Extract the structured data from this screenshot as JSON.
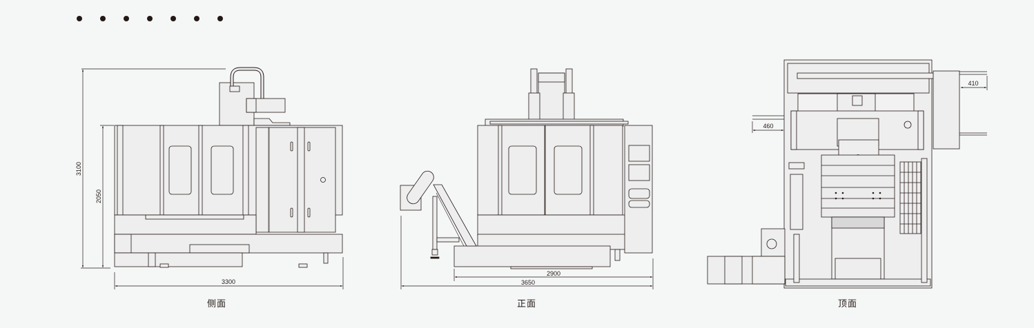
{
  "header": {
    "dot_count": 7,
    "dot_color": "#231815"
  },
  "views": [
    {
      "id": "side",
      "caption": "侧面",
      "dimensions": {
        "total_height": "3100",
        "cabinet_height": "2050",
        "width": "3300"
      }
    },
    {
      "id": "front",
      "caption": "正面",
      "dimensions": {
        "base_width": "2900",
        "total_width": "3650"
      }
    },
    {
      "id": "top",
      "caption": "顶面",
      "dimensions": {
        "left_offset": "460",
        "right_offset": "410"
      }
    }
  ],
  "colors": {
    "background": "#f5f7f7",
    "line": "#231815",
    "fill": "#eeeeee",
    "fill_dark": "#e2e2e2"
  }
}
